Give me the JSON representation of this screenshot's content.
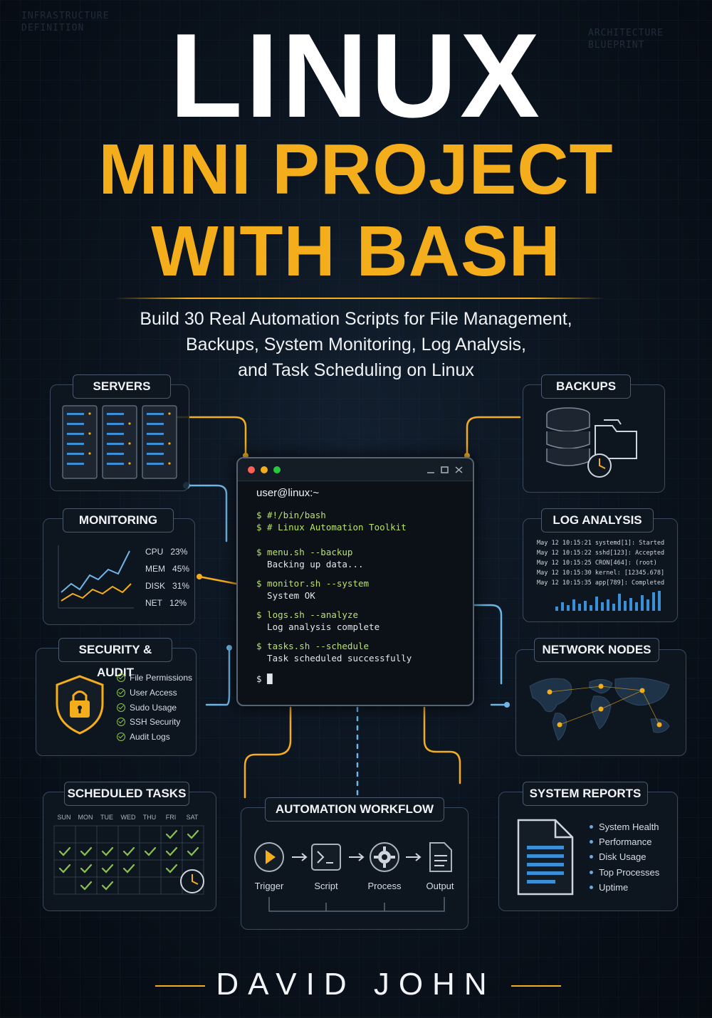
{
  "cover": {
    "title_line1": "LINUX",
    "title_line2": "MINI PROJECT",
    "title_line3": "WITH BASH",
    "subtitle_line1": "Build 30 Real Automation Scripts for File Management,",
    "subtitle_line2": "Backups, System Monitoring, Log Analysis,",
    "subtitle_line3": "and Task Scheduling on Linux",
    "author": "DAVID JOHN",
    "corner_left_1": "INFRASTRUCTURE",
    "corner_left_2": "DEFINITION",
    "corner_right_1": "ARCHITECTURE",
    "corner_right_2": "BLUEPRINT"
  },
  "colors": {
    "accent_gold": "#f4ae1c",
    "background": "#0a121c",
    "connector_blue": "#6fb6e6",
    "check_green": "#8bc34a"
  },
  "panels": {
    "servers": {
      "label": "SERVERS",
      "icon": "server-rack-icon"
    },
    "backups": {
      "label": "BACKUPS",
      "icon": "database-folder-icon"
    },
    "monitoring": {
      "label": "MONITORING",
      "stats": [
        {
          "name": "CPU",
          "value": "23%"
        },
        {
          "name": "MEM",
          "value": "45%"
        },
        {
          "name": "DISK",
          "value": "31%"
        },
        {
          "name": "NET",
          "value": "12%"
        }
      ]
    },
    "log_analysis": {
      "label": "LOG ANALYSIS",
      "lines": [
        "May 12 10:15:21 systemd[1]: Started",
        "May 12 10:15:22 sshd[123]: Accepted",
        "May 12 10:15:25 CRON[464]: (root)",
        "May 12 10:15:30 kernel: [12345.678]",
        "May 12 10:15:35 app[789]: Completed"
      ]
    },
    "security": {
      "label": "SECURITY & AUDIT",
      "items": [
        "File Permissions",
        "User Access",
        "Sudo Usage",
        "SSH Security",
        "Audit Logs"
      ]
    },
    "network": {
      "label": "NETWORK NODES",
      "icon": "world-map-icon"
    },
    "scheduled": {
      "label": "SCHEDULED TASKS",
      "days": [
        "SUN",
        "MON",
        "TUE",
        "WED",
        "THU",
        "FRI",
        "SAT"
      ]
    },
    "workflow": {
      "label": "AUTOMATION WORKFLOW",
      "steps": [
        "Trigger",
        "Script",
        "Process",
        "Output"
      ]
    },
    "reports": {
      "label": "SYSTEM REPORTS",
      "items": [
        "System Health",
        "Performance",
        "Disk Usage",
        "Top Processes",
        "Uptime"
      ]
    }
  },
  "terminal": {
    "title": "user@linux:~",
    "lines": [
      {
        "text": "$ #!/bin/bash",
        "kind": "cmd"
      },
      {
        "text": "$ # Linux Automation Toolkit",
        "kind": "cmd"
      },
      {
        "text": "$ menu.sh --backup",
        "kind": "cmd"
      },
      {
        "text": "  Backing up data...",
        "kind": "out"
      },
      {
        "text": "$ monitor.sh --system",
        "kind": "cmd"
      },
      {
        "text": "  System OK",
        "kind": "out"
      },
      {
        "text": "$ logs.sh --analyze",
        "kind": "cmd"
      },
      {
        "text": "  Log analysis complete",
        "kind": "out"
      },
      {
        "text": "$ tasks.sh --schedule",
        "kind": "cmd"
      },
      {
        "text": "  Task scheduled successfully",
        "kind": "out"
      },
      {
        "text": "$ █",
        "kind": "out"
      }
    ]
  }
}
